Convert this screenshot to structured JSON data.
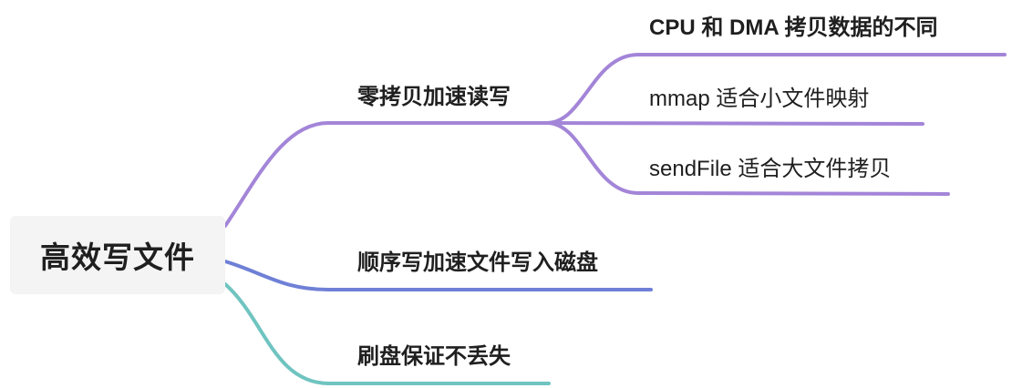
{
  "mindmap": {
    "root": {
      "label": "高效写文件"
    },
    "branches": [
      {
        "label": "零拷贝加速读写",
        "color": "#a385d8",
        "children": [
          {
            "label": "CPU 和 DMA 拷贝数据的不同"
          },
          {
            "label": "mmap 适合小文件映射"
          },
          {
            "label": "sendFile 适合大文件拷贝"
          }
        ]
      },
      {
        "label": "顺序写加速文件写入磁盘",
        "color": "#6f80d6",
        "children": []
      },
      {
        "label": "刷盘保证不丢失",
        "color": "#6fc4c0",
        "children": []
      }
    ]
  }
}
